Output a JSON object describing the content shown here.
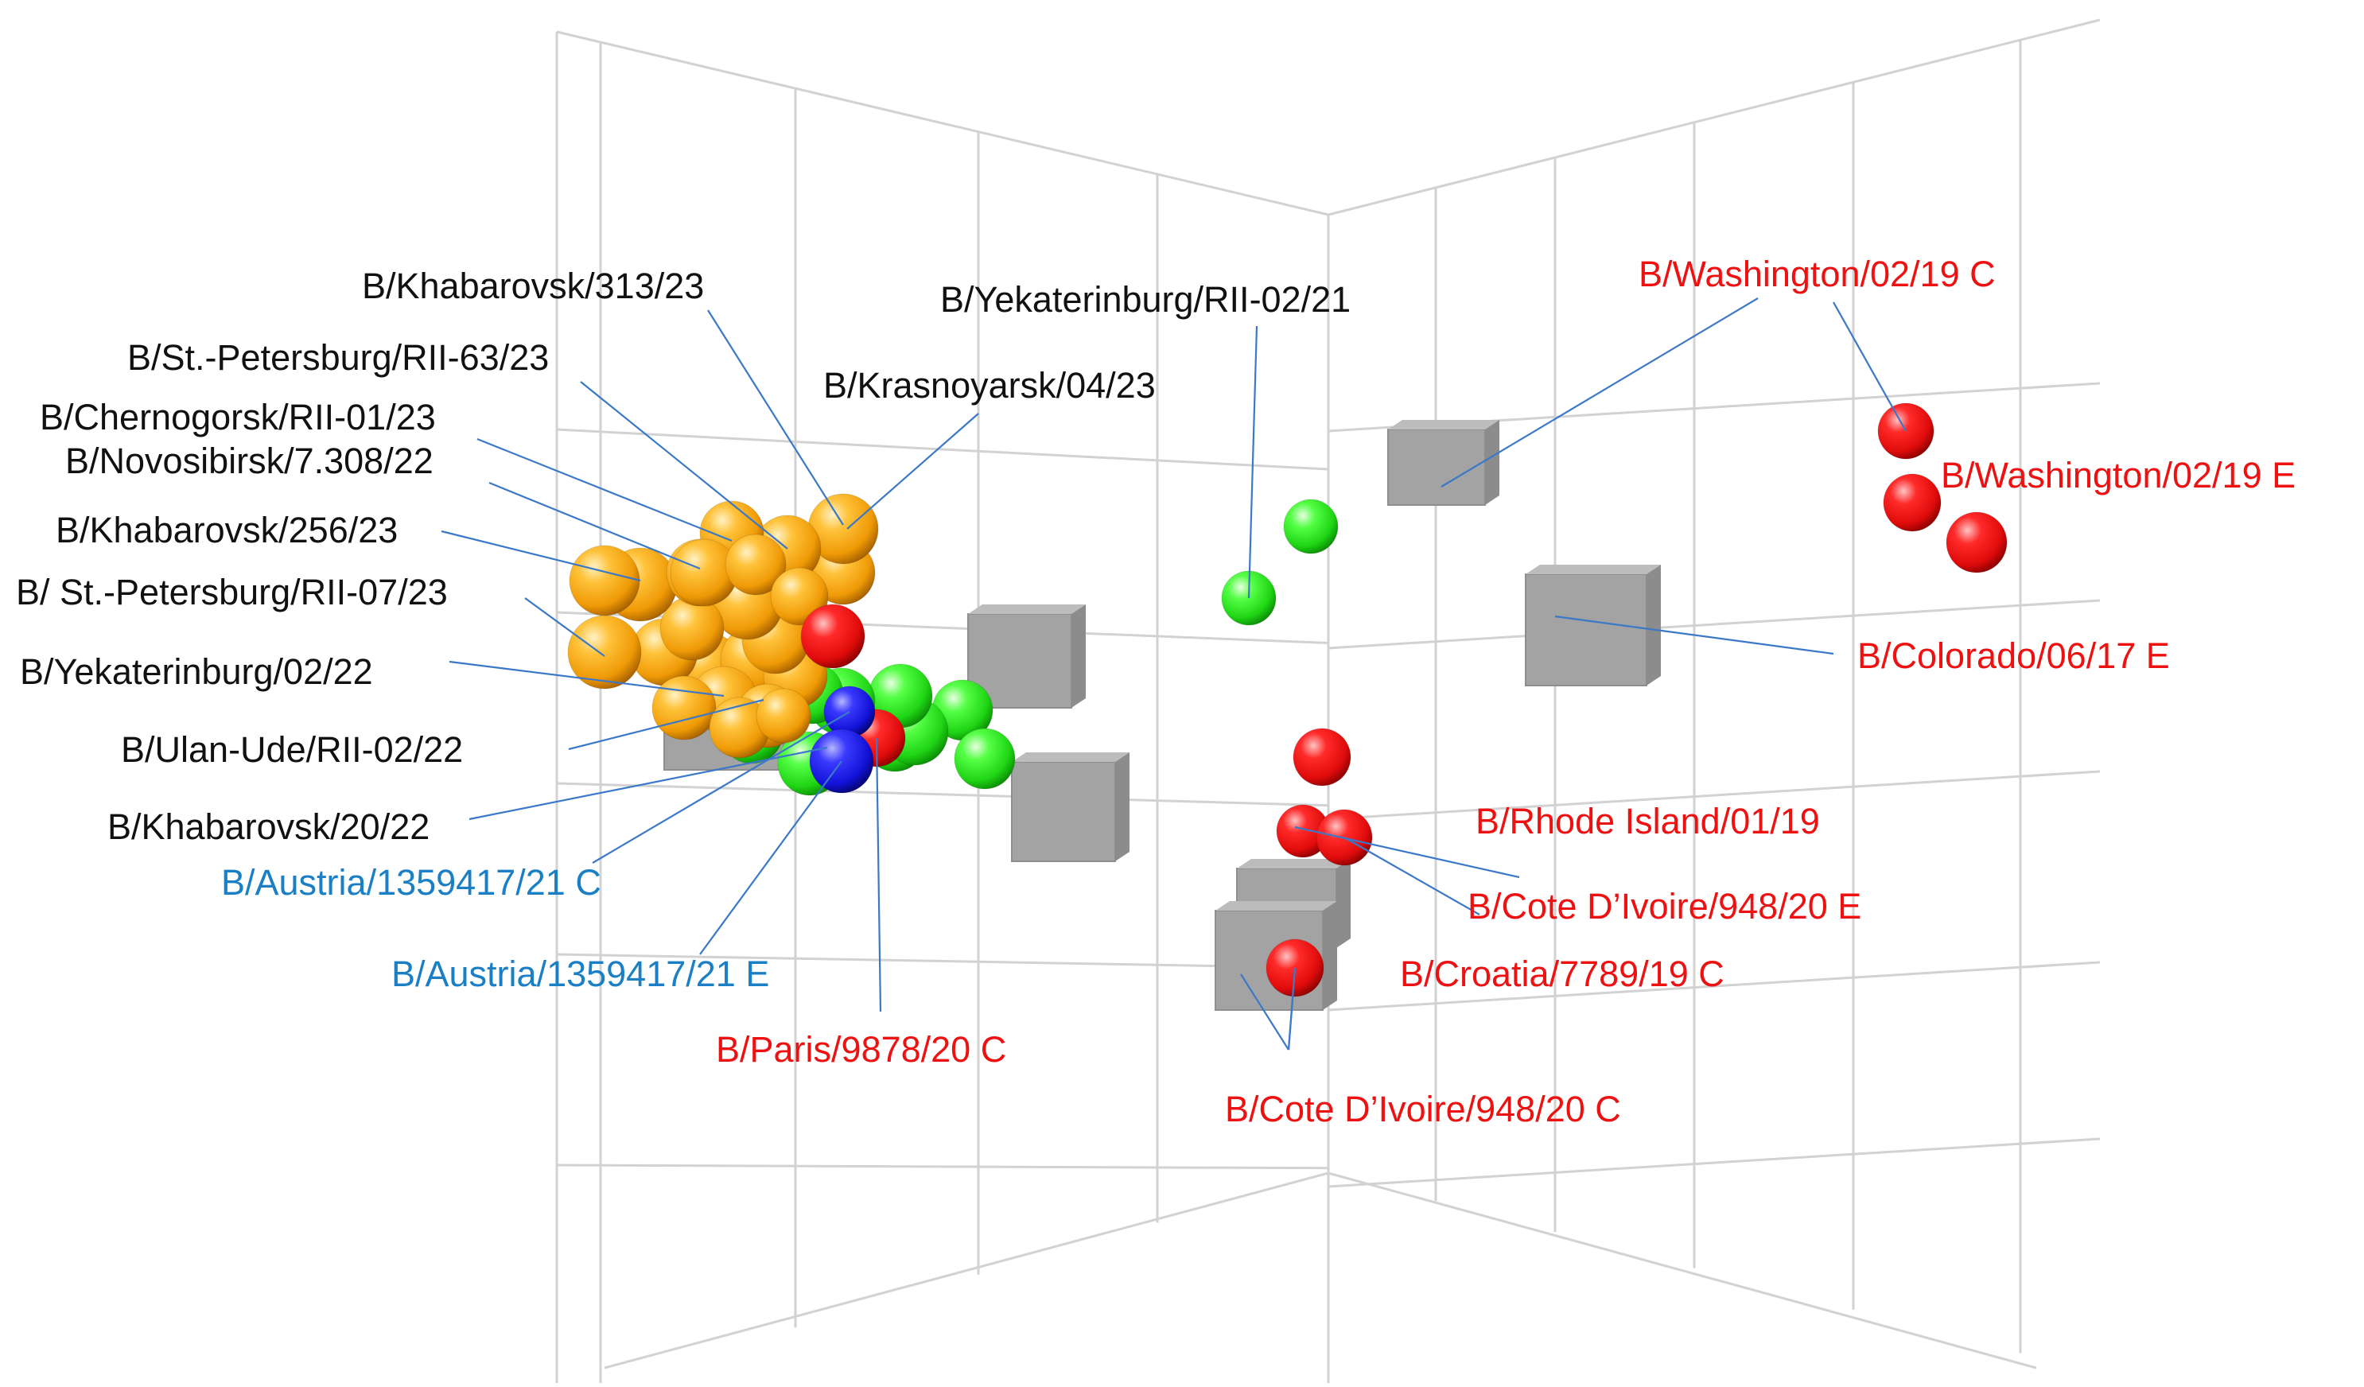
{
  "chart_data": {
    "type": "scatter",
    "projection": "3d",
    "grid": true,
    "legend": "none",
    "colors": {
      "orange": "#f5a10f",
      "green": "#22e61b",
      "blue": "#1616e0",
      "red": "#ee1111",
      "gray": "#a3a3a3",
      "label_black": "#111111",
      "label_blue": "#1a7fc4",
      "label_red": "#ee1111",
      "leader": "#3b78c8"
    },
    "labels": [
      {
        "id": "khabarovsk-313-23",
        "text": "B/Khabarovsk/313/23",
        "color": "label_black"
      },
      {
        "id": "st-petersburg-rii-63-23",
        "text": "B/St.-Petersburg/RII-63/23",
        "color": "label_black"
      },
      {
        "id": "chernogorsk-rii-01-23",
        "text": "B/Chernogorsk/RII-01/23",
        "color": "label_black"
      },
      {
        "id": "novosibirsk-7-308-22",
        "text": "B/Novosibirsk/7.308/22",
        "color": "label_black"
      },
      {
        "id": "khabarovsk-256-23",
        "text": "B/Khabarovsk/256/23",
        "color": "label_black"
      },
      {
        "id": "st-petersburg-rii-07-23",
        "text": "B/ St.-Petersburg/RII-07/23",
        "color": "label_black"
      },
      {
        "id": "yekaterinburg-02-22",
        "text": "B/Yekaterinburg/02/22",
        "color": "label_black"
      },
      {
        "id": "ulan-ude-rii-02-22",
        "text": "B/Ulan-Ude/RII-02/22",
        "color": "label_black"
      },
      {
        "id": "khabarovsk-20-22",
        "text": "B/Khabarovsk/20/22",
        "color": "label_black"
      },
      {
        "id": "austria-1359417-21-c",
        "text": "B/Austria/1359417/21 C",
        "color": "label_blue"
      },
      {
        "id": "austria-1359417-21-e",
        "text": "B/Austria/1359417/21 E",
        "color": "label_blue"
      },
      {
        "id": "paris-9878-20-c",
        "text": "B/Paris/9878/20 C",
        "color": "label_red"
      },
      {
        "id": "krasnoyarsk-04-23",
        "text": "B/Krasnoyarsk/04/23",
        "color": "label_black"
      },
      {
        "id": "yekaterinburg-rii-02-21",
        "text": "B/Yekaterinburg/RII-02/21",
        "color": "label_black"
      },
      {
        "id": "washington-02-19-c",
        "text": "B/Washington/02/19 C",
        "color": "label_red"
      },
      {
        "id": "washington-02-19-e",
        "text": "B/Washington/02/19 E",
        "color": "label_red"
      },
      {
        "id": "colorado-06-17-e",
        "text": "B/Colorado/06/17 E",
        "color": "label_red"
      },
      {
        "id": "rhode-island-01-19",
        "text": "B/Rhode Island/01/19",
        "color": "label_red"
      },
      {
        "id": "cote-divoire-948-20-e",
        "text": "B/Cote D’Ivoire/948/20 E",
        "color": "label_red"
      },
      {
        "id": "croatia-7789-19-c",
        "text": "B/Croatia/7789/19 C",
        "color": "label_red"
      },
      {
        "id": "cote-divoire-948-20-c",
        "text": "B/Cote D’Ivoire/948/20 C",
        "color": "label_red"
      }
    ]
  }
}
